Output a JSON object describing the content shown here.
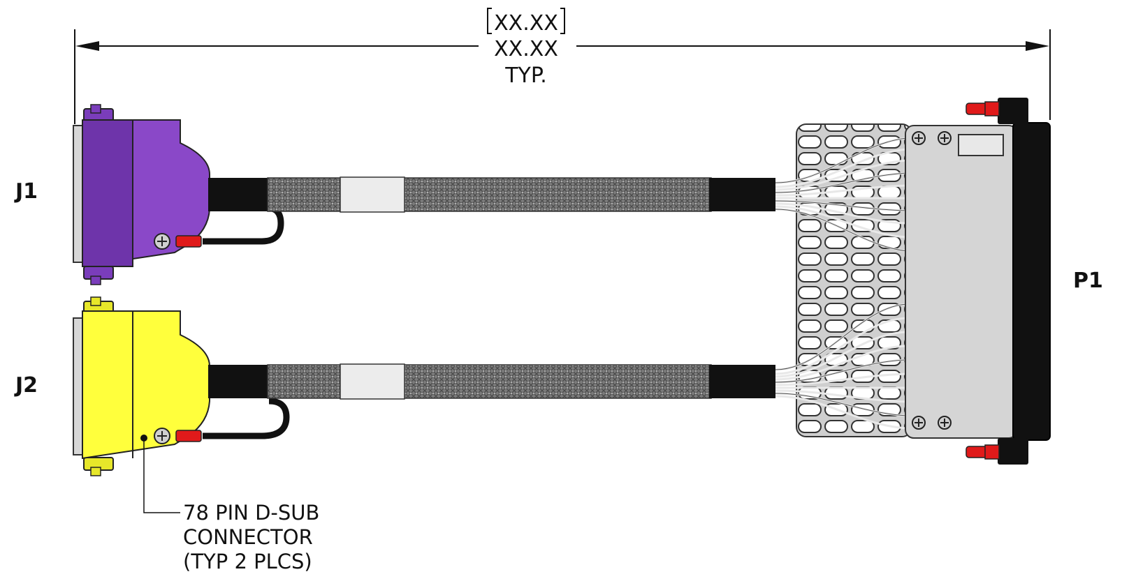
{
  "dimension": {
    "bracket_value": "XX.XX",
    "value": "XX.XX",
    "qualifier": "TYP."
  },
  "labels": {
    "j1": "J1",
    "j2": "J2",
    "p1": "P1"
  },
  "callout": {
    "line1": "78 PIN D-SUB",
    "line2": "CONNECTOR",
    "line3": "(TYP 2 PLCS)"
  },
  "colors": {
    "j1_shell": "#8a48c8",
    "j1_shell_dark": "#6e34aa",
    "j2_shell": "#ffff3c",
    "j2_shell_dark": "#e6e620",
    "metal": "#d7d7d7",
    "cable_braid": "#6b6b6b",
    "boot": "#111111",
    "red_tip": "#e01a1a"
  }
}
